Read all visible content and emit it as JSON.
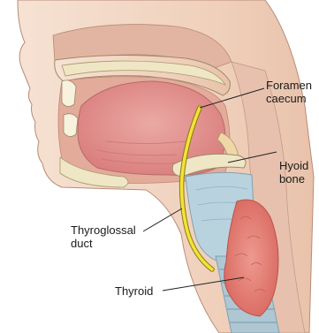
{
  "labels": {
    "foramen_caecum": "Foramen\ncaecum",
    "hyoid_bone": "Hyoid\nbone",
    "thyroglossal_duct": "Thyroglossal\nduct",
    "thyroid": "Thyroid"
  },
  "colors": {
    "skin": "#f3d9c6",
    "skin_shadow": "#d9a98f",
    "soft_tissue": "#e6b8a6",
    "tongue": "#e59a97",
    "bone": "#efe6c6",
    "cartilage": "#b9d3de",
    "thyroid": "#e8857b",
    "duct": "#f2e33a",
    "trachea": "#aec7d3"
  }
}
